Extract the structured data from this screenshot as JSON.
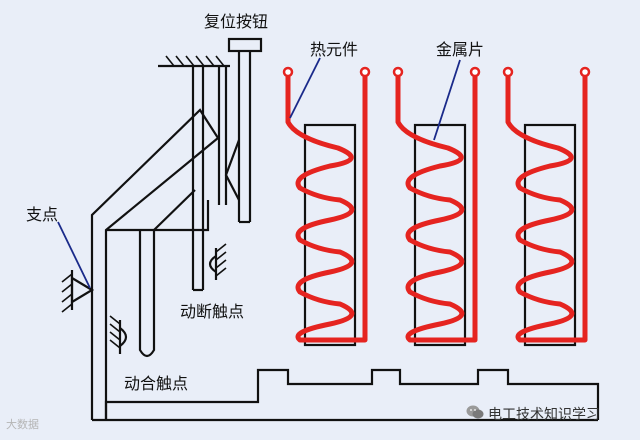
{
  "labels": {
    "reset_button": "复位按钮",
    "heating_element": "热元件",
    "metal_strip": "金属片",
    "pivot": "支点",
    "break_contact": "动断触点",
    "make_contact": "动合触点"
  },
  "watermark": {
    "left": "大数据",
    "right": "电工技术知识学习",
    "wechat_icon": "wechat-icon"
  },
  "colors": {
    "background": "#e9eef8",
    "line": "#111111",
    "coil": "#e52420",
    "leader": "#1a2a8a"
  }
}
